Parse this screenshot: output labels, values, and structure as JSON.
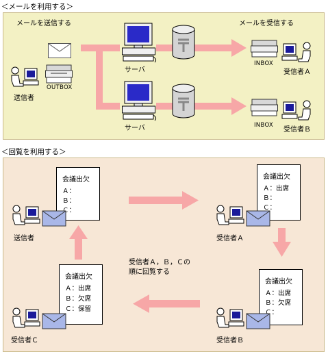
{
  "mail_section": {
    "heading": "＜メールを利用する＞",
    "send_label": "メールを送信する",
    "receive_label": "メールを受信する",
    "sender": "送信者",
    "outbox": "OUTBOX",
    "server_top": "サーバ",
    "server_bottom": "サーバ",
    "inbox_top": "INBOX",
    "inbox_bottom": "INBOX",
    "recipient_a": "受信者Ａ",
    "recipient_b": "受信者Ｂ"
  },
  "circulation_section": {
    "heading": "＜回覧を利用する＞",
    "note_line1": "受信者Ａ，Ｂ，Ｃの",
    "note_line2": "順に回覧する",
    "nodes": {
      "sender": {
        "label": "送信者",
        "doc_title": "会議出欠",
        "lines": [
          "Ａ：",
          "Ｂ：",
          "Ｃ："
        ]
      },
      "recipient_a": {
        "label": "受信者Ａ",
        "doc_title": "会議出欠",
        "lines": [
          "Ａ：出席",
          "Ｂ：",
          "Ｃ："
        ]
      },
      "recipient_b": {
        "label": "受信者Ｂ",
        "doc_title": "会議出欠",
        "lines": [
          "Ａ：出席",
          "Ｂ：欠席",
          "Ｃ："
        ]
      },
      "recipient_c": {
        "label": "受信者Ｃ",
        "doc_title": "会議出欠",
        "lines": [
          "Ａ：出席",
          "Ｂ：欠席",
          "Ｃ：保留"
        ]
      }
    }
  },
  "colors": {
    "mail_panel": "#f3f1c4",
    "circulation_panel": "#f7e7d6",
    "arrow": "#f7a7a7",
    "monitor_screen": "#2a2ac8"
  }
}
